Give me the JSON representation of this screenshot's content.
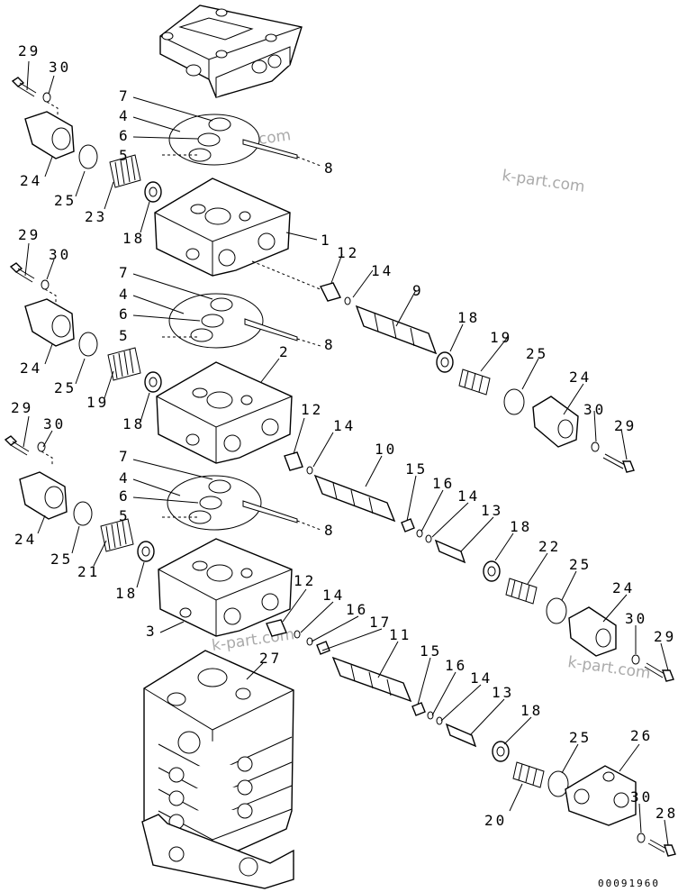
{
  "figure_code": "00091960",
  "watermarks": [
    "k-part.com",
    "k-part.com",
    "k-part.com",
    "k-part.com"
  ],
  "callouts": {
    "n29a": "29",
    "n30a": "30",
    "n7a": "7",
    "n4a": "4",
    "n6a": "6",
    "n5a": "5",
    "n8a": "8",
    "n24a": "24",
    "n25a": "25",
    "n23": "23",
    "n18a": "18",
    "n1": "1",
    "n12a": "12",
    "n14a": "14",
    "n9": "9",
    "n29b": "29",
    "n30b": "30",
    "n7b": "7",
    "n4b": "4",
    "n6b": "6",
    "n5b": "5",
    "n8b": "8",
    "n24b": "24",
    "n25b": "25",
    "n19a": "19",
    "n18b": "18",
    "n2": "2",
    "n18c": "18",
    "n19b": "19",
    "n25c": "25",
    "n24c": "24",
    "n30c": "30",
    "n29c": "29",
    "n12b": "12",
    "n14b": "14",
    "n10": "10",
    "n29d": "29",
    "n30d": "30",
    "n7c": "7",
    "n4c": "4",
    "n6c": "6",
    "n5c": "5",
    "n8c": "8",
    "n15a": "15",
    "n16a": "16",
    "n14c": "14",
    "n24d": "24",
    "n25d": "25",
    "n21": "21",
    "n13a": "13",
    "n18d": "18",
    "n22": "22",
    "n18e": "18",
    "n25e": "25",
    "n24e": "24",
    "n12c": "12",
    "n14d": "14",
    "n16b": "16",
    "n17": "17",
    "n30e": "30",
    "n29e": "29",
    "n3": "3",
    "n27": "27",
    "n11": "11",
    "n15b": "15",
    "n16c": "16",
    "n14e": "14",
    "n13b": "13",
    "n18f": "18",
    "n25f": "25",
    "n26": "26",
    "n20": "20",
    "n30f": "30",
    "n28": "28"
  }
}
